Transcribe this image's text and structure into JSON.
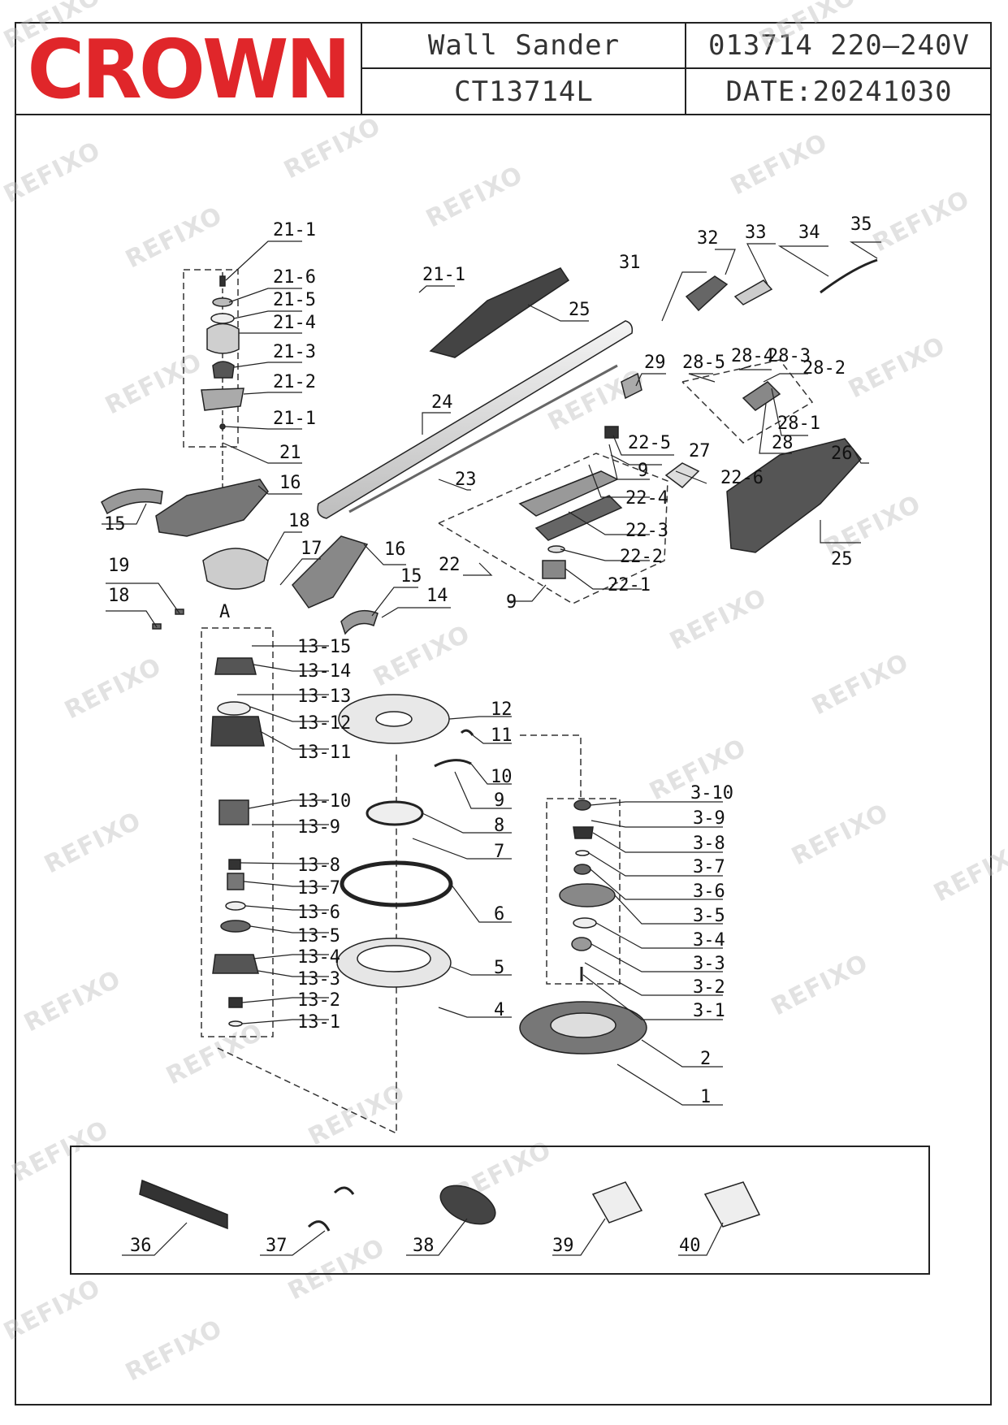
{
  "header": {
    "brand": "CROWN",
    "product_name": "Wall  Sander",
    "model": "CT13714L",
    "code_voltage": "013714  220–240V",
    "date": "DATE:20241030"
  },
  "watermark": "REFIXO",
  "colors": {
    "brand_red": "#e0262a",
    "line": "#222222"
  },
  "labels": {
    "p21_1a": "21-1",
    "p21_6": "21-6",
    "p21_5": "21-5",
    "p21_4": "21-4",
    "p21_3": "21-3",
    "p21_2": "21-2",
    "p21_1b": "21-1",
    "p21": "21",
    "p16a": "16",
    "p15a": "15",
    "p18a": "18",
    "p17": "17",
    "p16b": "16",
    "p15b": "15",
    "p14": "14",
    "p19": "19",
    "p18b": "18",
    "pA": "A",
    "p21_1c": "21-1",
    "p25a": "25",
    "p31": "31",
    "p32": "32",
    "p33": "33",
    "p34": "34",
    "p35": "35",
    "p24": "24",
    "p23": "23",
    "p29": "29",
    "p28_5": "28-5",
    "p28_4": "28-4",
    "p28_3": "28-3",
    "p28_2": "28-2",
    "p28_1": "28-1",
    "p28": "28",
    "p27": "27",
    "p22_5": "22-5",
    "p9a": "9",
    "p22_4": "22-4",
    "p22_3": "22-3",
    "p22_2": "22-2",
    "p22_1": "22-1",
    "p22": "22",
    "p9b": "9",
    "p22_6": "22-6",
    "p26": "26",
    "p25b": "25",
    "p13_15": "13-15",
    "p13_14": "13-14",
    "p13_13": "13-13",
    "p13_12": "13-12",
    "p13_11": "13-11",
    "p13_10": "13-10",
    "p13_9": "13-9",
    "p13_8": "13-8",
    "p13_7": "13-7",
    "p13_6": "13-6",
    "p13_5": "13-5",
    "p13_4": "13-4",
    "p13_3": "13-3",
    "p13_2": "13-2",
    "p13_1": "13-1",
    "p12": "12",
    "p11": "11",
    "p10": "10",
    "p9c": "9",
    "p8": "8",
    "p7": "7",
    "p6": "6",
    "p5": "5",
    "p4": "4",
    "p3_10": "3-10",
    "p3_9": "3-9",
    "p3_8": "3-8",
    "p3_7": "3-7",
    "p3_6": "3-6",
    "p3_5": "3-5",
    "p3_4": "3-4",
    "p3_3": "3-3",
    "p3_2": "3-2",
    "p3_1": "3-1",
    "p2": "2",
    "p1": "1",
    "p36": "36",
    "p37": "37",
    "p38": "38",
    "p39": "39",
    "p40": "40"
  }
}
